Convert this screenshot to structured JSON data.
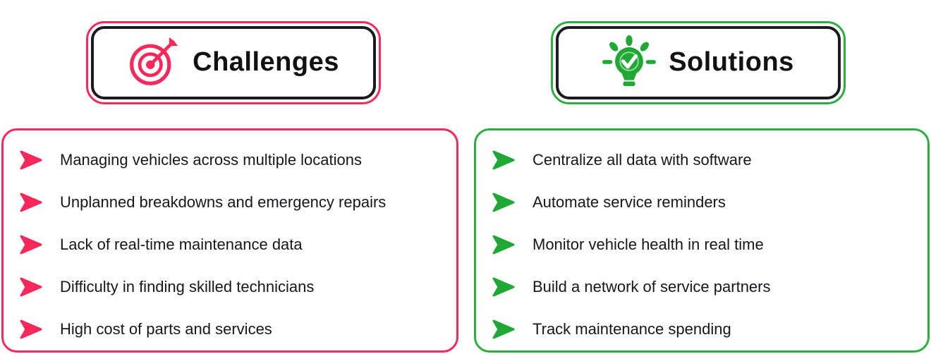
{
  "colors": {
    "pink": "#F8285A",
    "green_icon": "#1FA834",
    "green_border": "#2BAE3E",
    "header_inner_border": "#1A1B1E",
    "text_dark": "#15171C",
    "background": "#FFFFFF"
  },
  "challenges": {
    "title": "Challenges",
    "icon": "target-icon",
    "items": [
      "Managing vehicles across multiple locations",
      "Unplanned breakdowns and emergency repairs",
      "Lack of real-time maintenance data",
      "Difficulty in finding skilled technicians",
      "High cost of parts and services"
    ]
  },
  "solutions": {
    "title": "Solutions",
    "icon": "lightbulb-icon",
    "items": [
      "Centralize all data with software",
      "Automate service reminders",
      "Monitor vehicle health in real time",
      "Build a network of service partners",
      "Track maintenance spending"
    ]
  }
}
